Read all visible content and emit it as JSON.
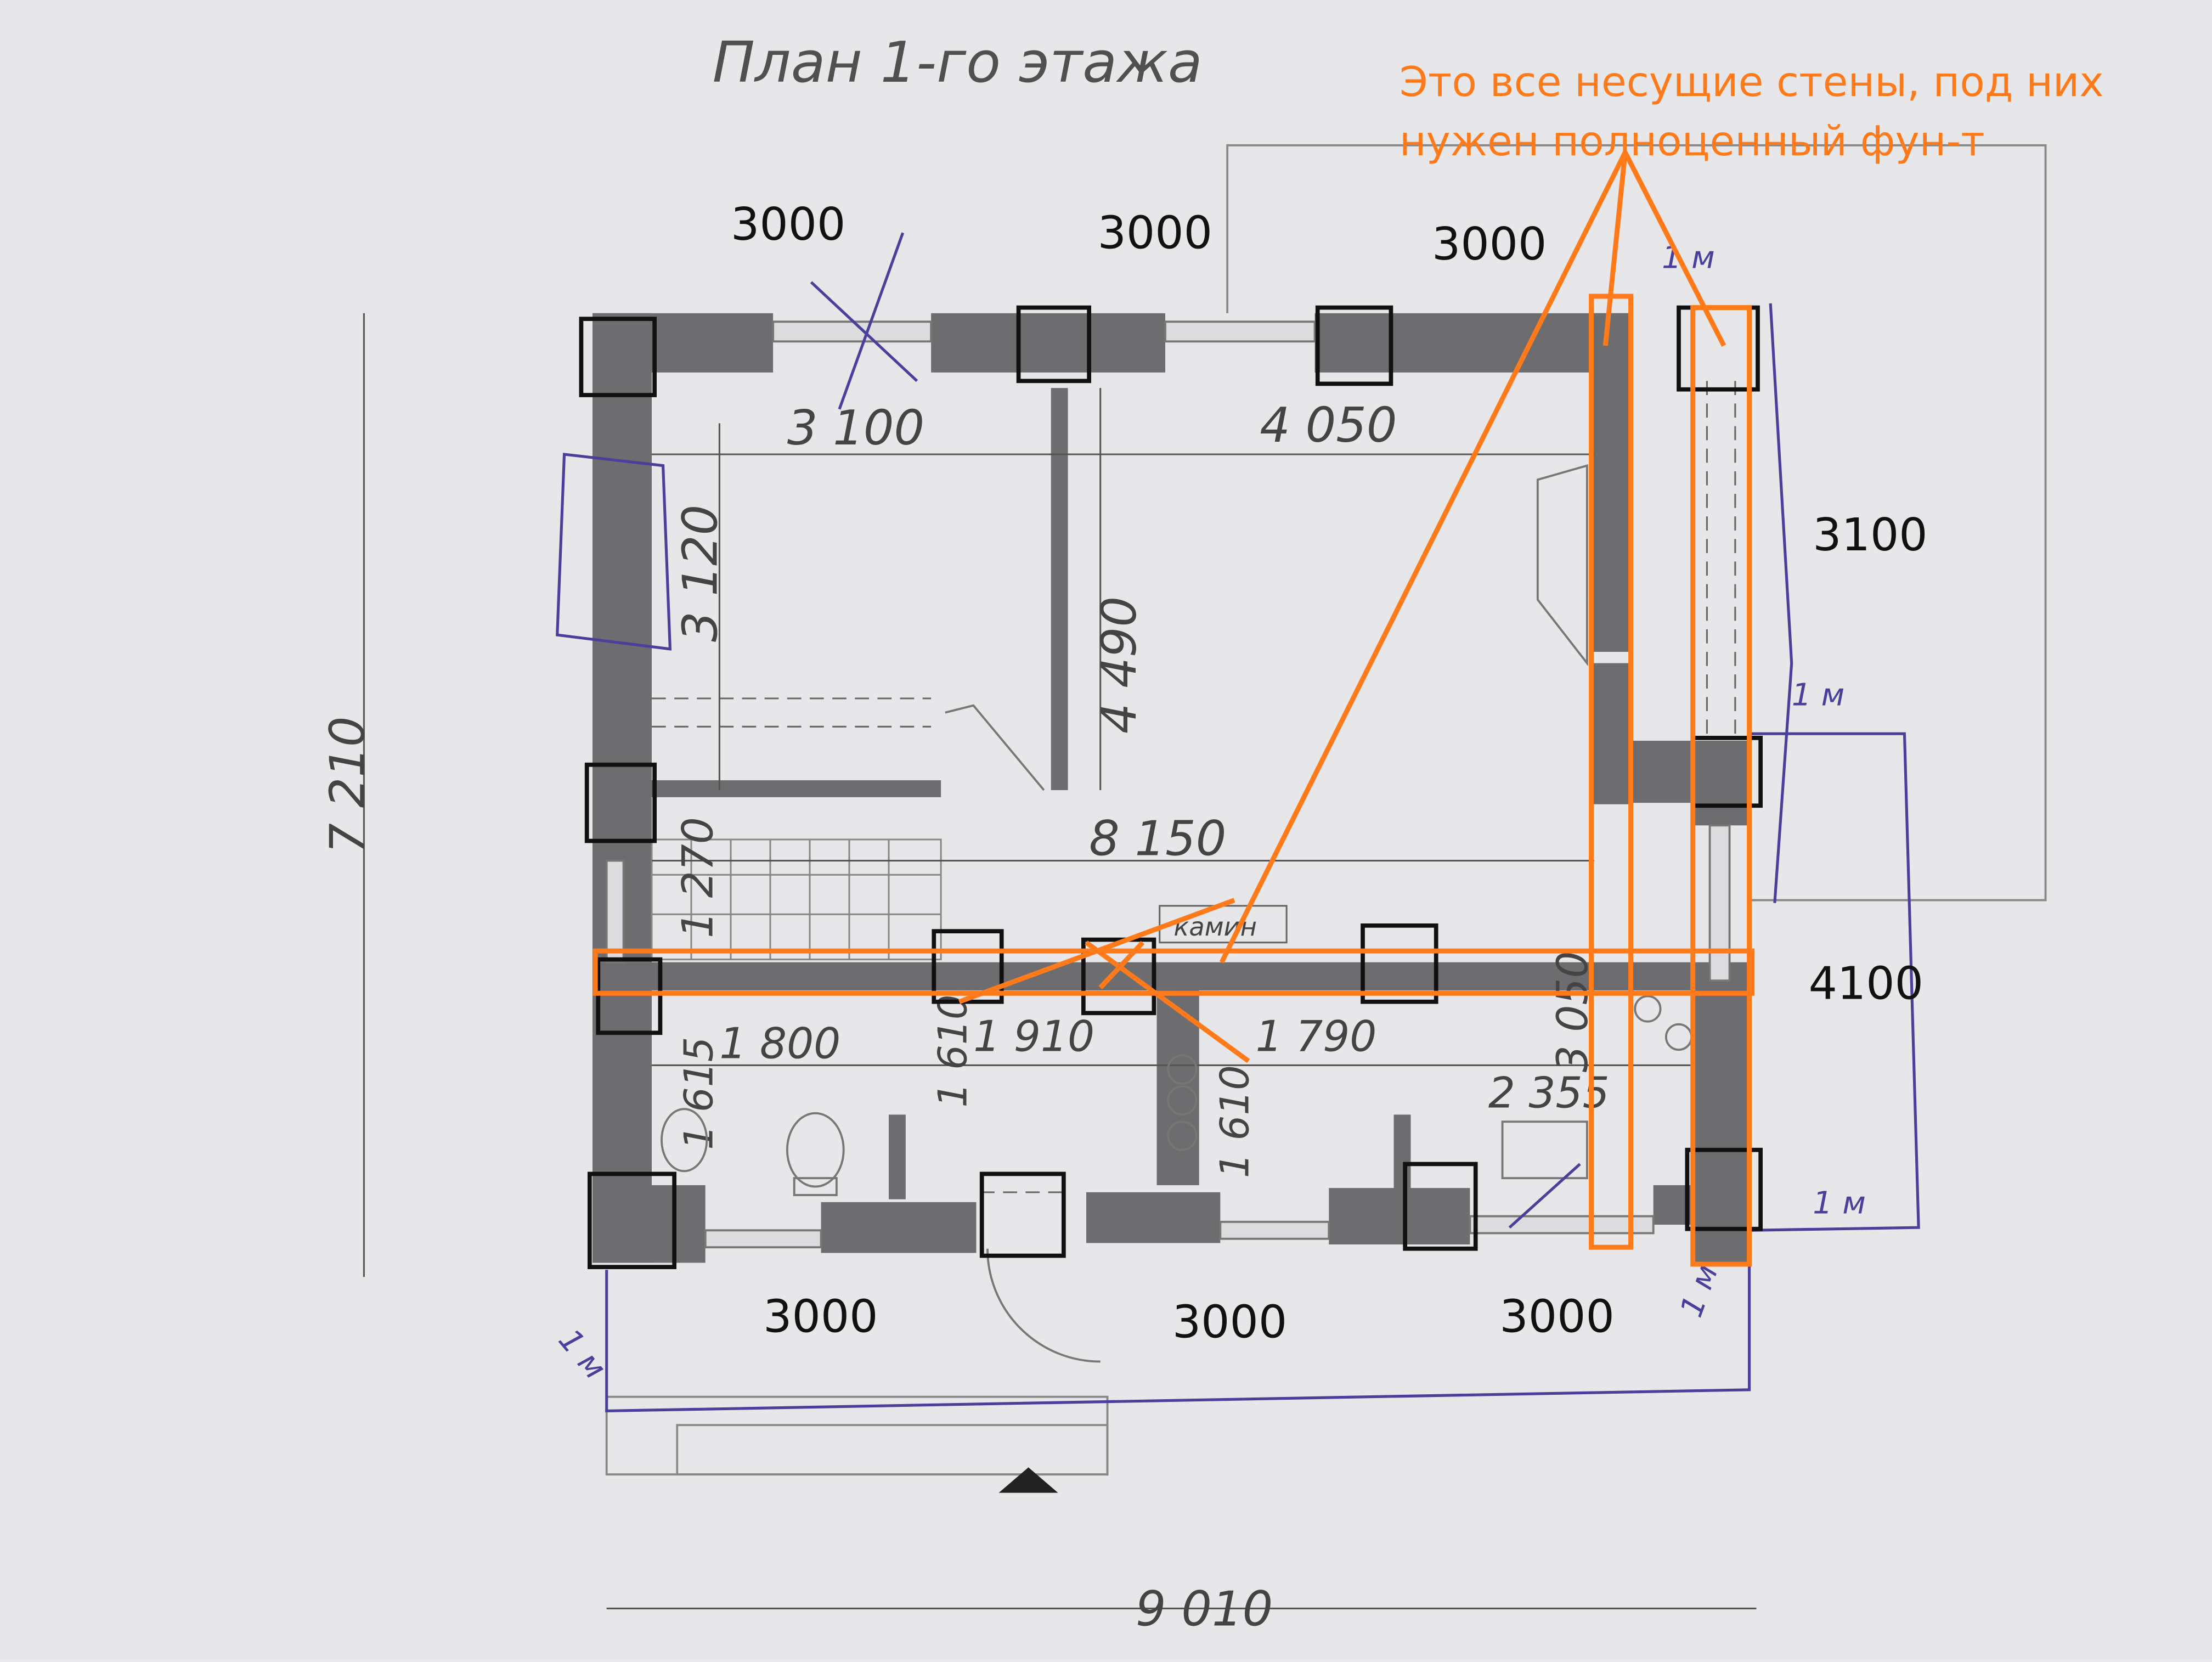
{
  "plan": {
    "title": "План 1-го этажа",
    "room_label": "камин"
  },
  "plan_dimensions": {
    "top_left": "3 100",
    "top_right": "4 050",
    "left_room_h": "3 120",
    "center_h": "4 490",
    "middle_w": "8 150",
    "stair_h": "1 270",
    "overall_h": "7 210",
    "overall_w": "9 010",
    "bath_w": "1 800",
    "bath_h": "1 615",
    "hall_w": "1 910",
    "hall_h": "1 610",
    "kitchen_left_w": "1 790",
    "kitchen_left_h": "1 610",
    "kitchen_w": "2 355",
    "kitchen_h": "3 050"
  },
  "pencil_marks": [
    "1 м",
    "1 м",
    "1 м",
    "1 м",
    "1 м"
  ],
  "annotations": {
    "note_line1": "Это все несущие стены, под них",
    "note_line2": "нужен полноценный фун-т",
    "spans_top": [
      "3000",
      "3000",
      "3000"
    ],
    "spans_bottom": [
      "3000",
      "3000",
      "3000"
    ],
    "span_right_upper": "3100",
    "span_right_lower": "4100",
    "accent_color": "#ff7a1a",
    "wall_color": "#6d6d6f",
    "pencil_color": "#4a3f9a"
  }
}
